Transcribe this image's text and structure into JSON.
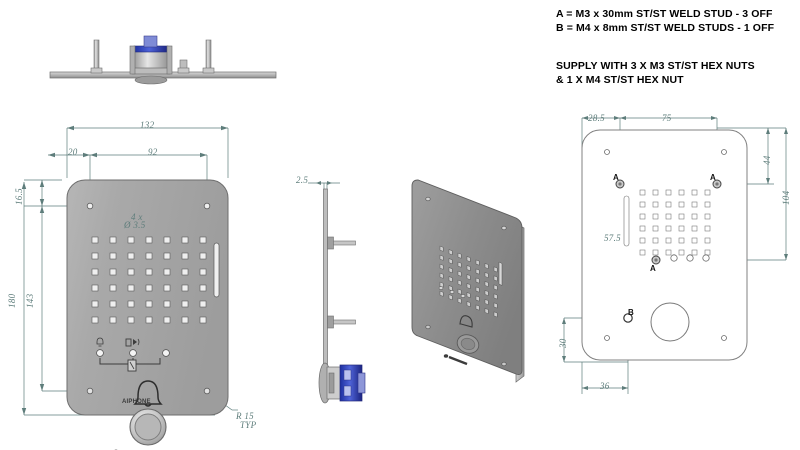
{
  "drawing": {
    "title": "AIPHONE door station panel - engineering drawing",
    "background": "#ffffff",
    "dimension_color": "#5e7d7b",
    "panel_color": "#a8a8a8",
    "outline_color": "#6b6b6b",
    "units": "mm"
  },
  "notes": {
    "stud_legend": "A = M3 x 30mm ST/ST WELD STUD - 3 OFF\nB = M4 x 8mm ST/ST WELD STUDS - 1 OFF",
    "stud_legend_line1": "A = M3 x 30mm ST/ST WELD STUD - 3 OFF",
    "stud_legend_line2": "B = M4 x 8mm ST/ST WELD STUDS - 1 OFF",
    "supply_line1": "SUPPLY WITH 3 X M3 ST/ST HEX NUTS",
    "supply_line2": "& 1 X M4 ST/ST HEX NUT"
  },
  "views": {
    "top": {
      "name": "top-view"
    },
    "front": {
      "name": "front-view",
      "brand": "AIPHONE",
      "dimensions": {
        "overall_width": "132",
        "hole_inset_left": "20",
        "hole_pitch_horizontal": "92",
        "hole_inset_top": "16.5",
        "overall_height": "180",
        "hole_pitch_vertical": "143",
        "hole_callout_line1": "4 x",
        "hole_callout_line2": "Ø 3.5",
        "corner_radius_line1": "R 15",
        "corner_radius_line2": "TYP"
      },
      "features": {
        "speaker_grille_cols": 7,
        "speaker_grille_rows": 6,
        "led_count": 3,
        "call_button": "bell-call-button"
      }
    },
    "side": {
      "name": "side-view",
      "dimensions": {
        "plate_thickness": "2.5"
      }
    },
    "iso": {
      "name": "isometric-view",
      "brand": "AIPHONE"
    },
    "rear": {
      "name": "rear-view",
      "dimensions": {
        "stud_inset_left": "28.5",
        "stud_pitch_horizontal": "75",
        "stud_top_offset": "44",
        "stud_vertical_span": "104",
        "stud_lower_offset": "57.5",
        "stud_b_height": "30",
        "stud_b_offset": "36"
      },
      "stud_labels": {
        "a_top_left": "A",
        "a_top_right": "A",
        "a_lower": "A",
        "b": "B"
      }
    }
  }
}
